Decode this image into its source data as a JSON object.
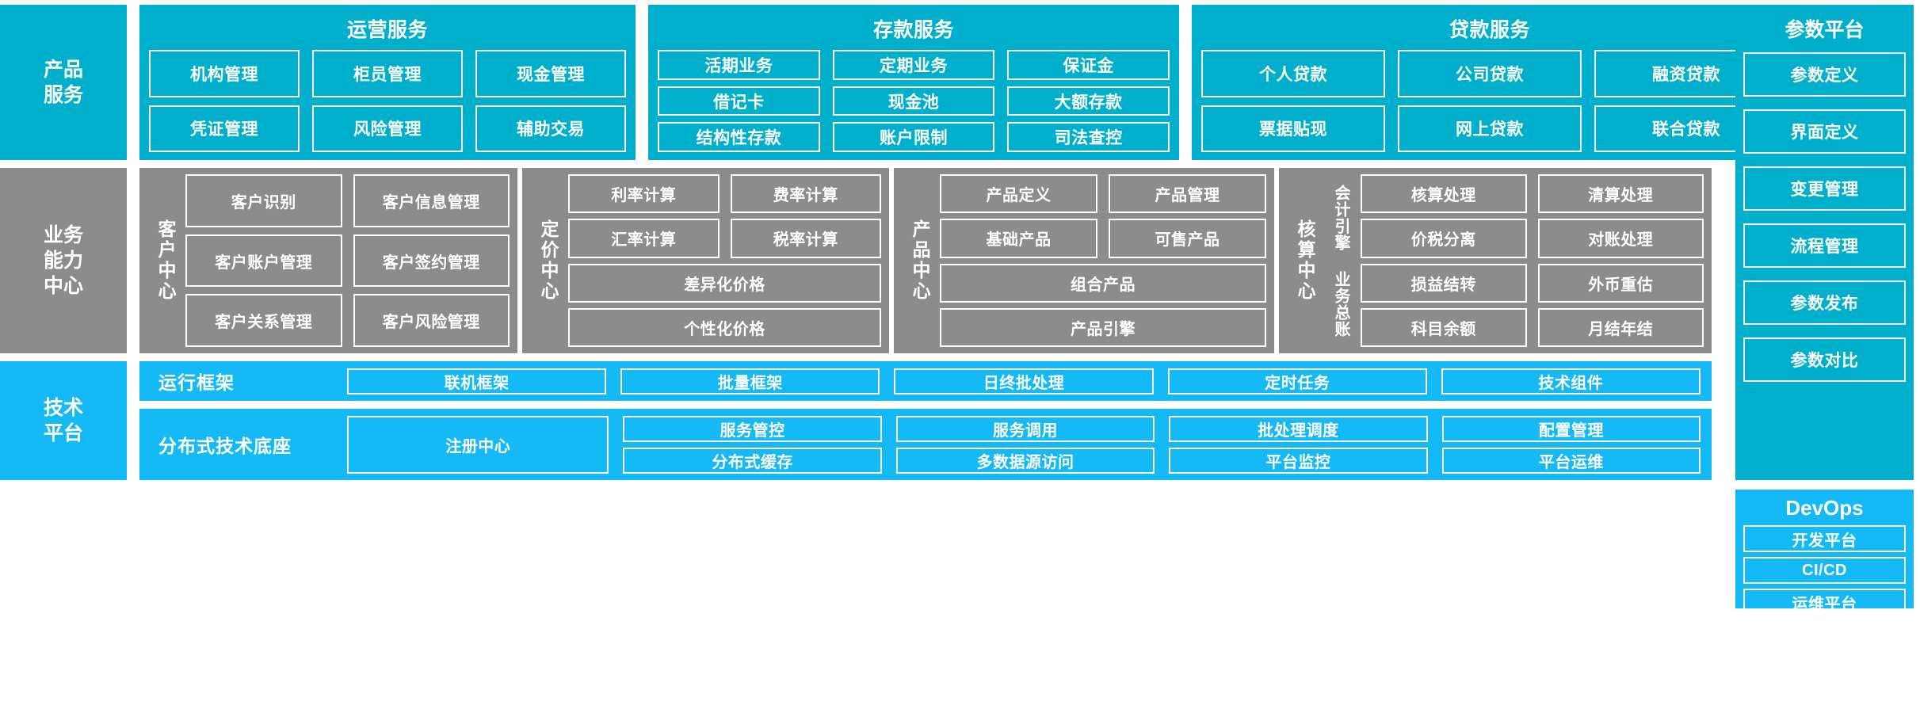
{
  "colors": {
    "teal": "#00AFCB",
    "gray": "#8C8C8C",
    "bright_blue": "#14B9F5",
    "border": "#FFFFFF",
    "background": "#FFFFFF"
  },
  "layers": {
    "product_services": {
      "rail_label": "产品\n服务",
      "groups": [
        {
          "title": "运营服务",
          "rows": [
            [
              "机构管理",
              "柜员管理",
              "现金管理"
            ],
            [
              "凭证管理",
              "风险管理",
              "辅助交易"
            ]
          ]
        },
        {
          "title": "存款服务",
          "rows": [
            [
              "活期业务",
              "定期业务",
              "保证金"
            ],
            [
              "借记卡",
              "现金池",
              "大额存款"
            ],
            [
              "结构性存款",
              "账户限制",
              "司法查控"
            ]
          ]
        },
        {
          "title": "贷款服务",
          "rows": [
            [
              "个人贷款",
              "公司贷款",
              "融资贷款"
            ],
            [
              "票据贴现",
              "网上贷款",
              "联合贷款"
            ]
          ]
        }
      ]
    },
    "business_capability_center": {
      "rail_label": "业务\n能力\n中心",
      "centers": [
        {
          "vertical_label": "客户中心",
          "rows": [
            [
              "客户识别",
              "客户信息管理"
            ],
            [
              "客户账户管理",
              "客户签约管理"
            ],
            [
              "客户关系管理",
              "客户风险管理"
            ]
          ]
        },
        {
          "vertical_label": "定价中心",
          "rows": [
            [
              "利率计算",
              "费率计算"
            ],
            [
              "汇率计算",
              "税率计算"
            ],
            [
              "差异化价格"
            ],
            [
              "个性化价格"
            ]
          ]
        },
        {
          "vertical_label": "产品中心",
          "rows": [
            [
              "产品定义",
              "产品管理"
            ],
            [
              "基础产品",
              "可售产品"
            ],
            [
              "组合产品"
            ],
            [
              "产品引擎"
            ]
          ]
        },
        {
          "vertical_label": "核算中心",
          "sub_groups": [
            {
              "vertical_label": "会计引擎",
              "rows": [
                [
                  "核算处理",
                  "清算处理"
                ],
                [
                  "价税分离",
                  "对账处理"
                ]
              ]
            },
            {
              "vertical_label": "业务总账",
              "rows": [
                [
                  "损益结转",
                  "外币重估"
                ],
                [
                  "科目余额",
                  "月结年结"
                ]
              ]
            }
          ]
        }
      ]
    },
    "technical_platform": {
      "rail_label": "技术\n平台",
      "strips": [
        {
          "label": "运行框架",
          "cells": [
            "联机框架",
            "批量框架",
            "日终批处理",
            "定时任务",
            "技术组件"
          ]
        },
        {
          "label": "分布式技术底座",
          "wide_cell": "注册中心",
          "paired_cells": [
            [
              "服务管控",
              "分布式缓存"
            ],
            [
              "服务调用",
              "多数据源访问"
            ],
            [
              "批处理调度",
              "平台监控"
            ],
            [
              "配置管理",
              "平台运维"
            ]
          ]
        }
      ]
    }
  },
  "right_column": {
    "parameter_platform": {
      "title": "参数平台",
      "items": [
        "参数定义",
        "界面定义",
        "变更管理",
        "流程管理",
        "参数发布",
        "参数对比"
      ]
    },
    "devops": {
      "title": "DevOps",
      "items": [
        "开发平台",
        "CI/CD",
        "运维平台"
      ]
    }
  }
}
